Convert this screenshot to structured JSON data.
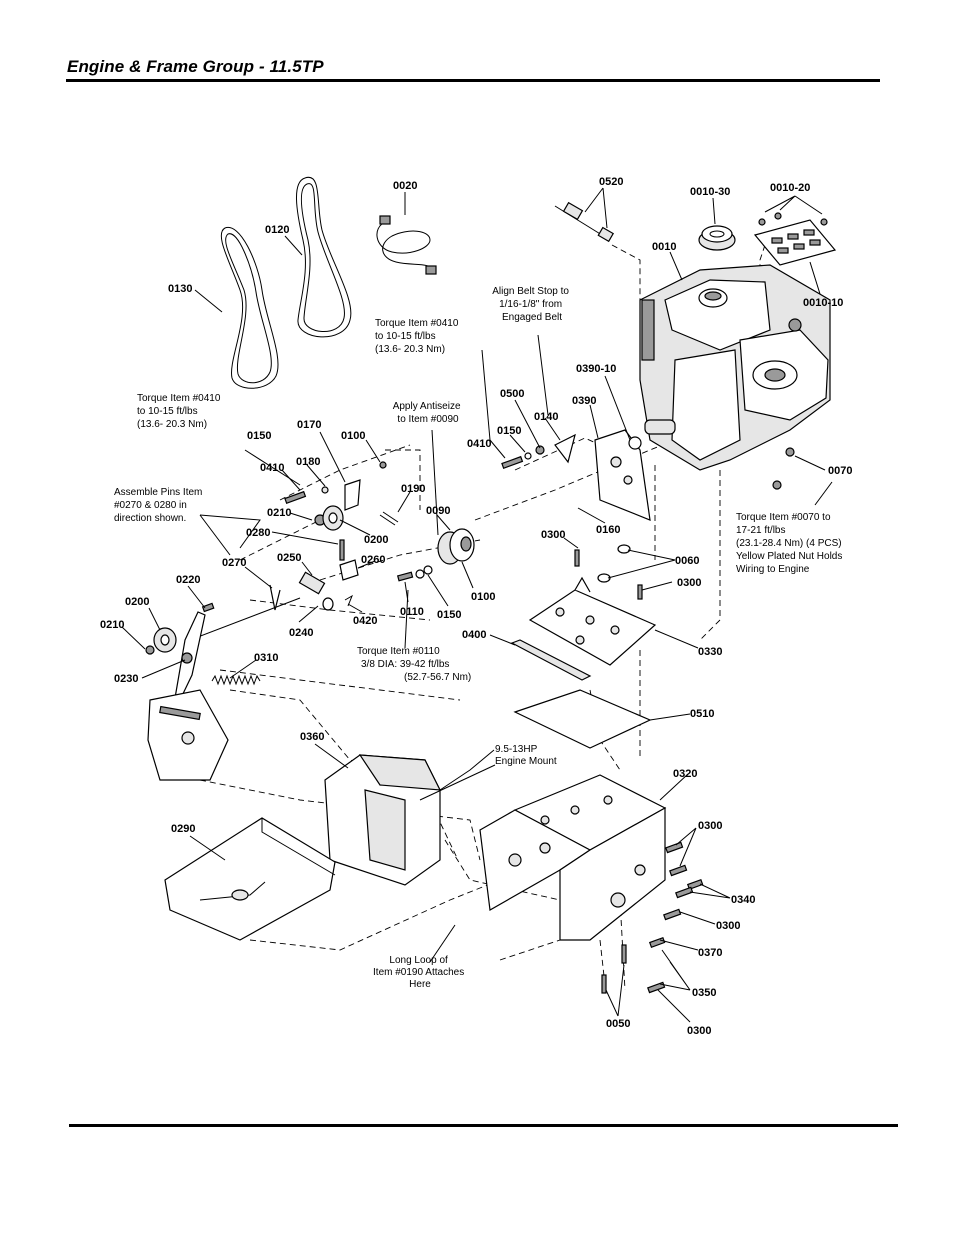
{
  "header": {
    "title": "Engine & Frame Group - 11.5TP"
  },
  "parts": [
    {
      "id": "p0020",
      "label": "0020"
    },
    {
      "id": "p0520",
      "label": "0520"
    },
    {
      "id": "p0010_30",
      "label": "0010-30"
    },
    {
      "id": "p0010_20",
      "label": "0010-20"
    },
    {
      "id": "p0120",
      "label": "0120"
    },
    {
      "id": "p0010",
      "label": "0010"
    },
    {
      "id": "p0130",
      "label": "0130"
    },
    {
      "id": "p0010_10",
      "label": "0010-10"
    },
    {
      "id": "p0390_10",
      "label": "0390-10"
    },
    {
      "id": "p0500",
      "label": "0500"
    },
    {
      "id": "p0390",
      "label": "0390"
    },
    {
      "id": "p0140",
      "label": "0140"
    },
    {
      "id": "p0170",
      "label": "0170"
    },
    {
      "id": "p0100a",
      "label": "0100"
    },
    {
      "id": "p0150a",
      "label": "0150"
    },
    {
      "id": "p0150b",
      "label": "0150"
    },
    {
      "id": "p0410a",
      "label": "0410"
    },
    {
      "id": "p0180",
      "label": "0180"
    },
    {
      "id": "p0410b",
      "label": "0410"
    },
    {
      "id": "p0070",
      "label": "0070"
    },
    {
      "id": "p0190",
      "label": "0190"
    },
    {
      "id": "p0090",
      "label": "0090"
    },
    {
      "id": "p0210a",
      "label": "0210"
    },
    {
      "id": "p0160",
      "label": "0160"
    },
    {
      "id": "p0200a",
      "label": "0200"
    },
    {
      "id": "p0280",
      "label": "0280"
    },
    {
      "id": "p0300a",
      "label": "0300"
    },
    {
      "id": "p0260",
      "label": "0260"
    },
    {
      "id": "p0250",
      "label": "0250"
    },
    {
      "id": "p0060",
      "label": "0060"
    },
    {
      "id": "p0270",
      "label": "0270"
    },
    {
      "id": "p0300b",
      "label": "0300"
    },
    {
      "id": "p0220",
      "label": "0220"
    },
    {
      "id": "p0100b",
      "label": "0100"
    },
    {
      "id": "p0200b",
      "label": "0200"
    },
    {
      "id": "p0110",
      "label": "0110"
    },
    {
      "id": "p0150c",
      "label": "0150"
    },
    {
      "id": "p0420",
      "label": "0420"
    },
    {
      "id": "p0240",
      "label": "0240"
    },
    {
      "id": "p0210b",
      "label": "0210"
    },
    {
      "id": "p0400",
      "label": "0400"
    },
    {
      "id": "p0330",
      "label": "0330"
    },
    {
      "id": "p0310",
      "label": "0310"
    },
    {
      "id": "p0230",
      "label": "0230"
    },
    {
      "id": "p0510",
      "label": "0510"
    },
    {
      "id": "p0360",
      "label": "0360"
    },
    {
      "id": "p0320",
      "label": "0320"
    },
    {
      "id": "p0300c",
      "label": "0300"
    },
    {
      "id": "p0290",
      "label": "0290"
    },
    {
      "id": "p0340",
      "label": "0340"
    },
    {
      "id": "p0300d",
      "label": "0300"
    },
    {
      "id": "p0370",
      "label": "0370"
    },
    {
      "id": "p0350",
      "label": "0350"
    },
    {
      "id": "p0050",
      "label": "0050"
    },
    {
      "id": "p0300e",
      "label": "0300"
    }
  ],
  "notes": {
    "align_belt": [
      "Align Belt Stop to",
      "1/16-1/8\" from",
      "Engaged Belt"
    ],
    "torque_0410_upper": [
      "Torque Item #0410",
      "to 10-15 ft/lbs",
      "(13.6- 20.3 Nm)"
    ],
    "torque_0410_left": [
      "Torque Item #0410",
      "to 10-15 ft/lbs",
      "(13.6- 20.3 Nm)"
    ],
    "antiseize": [
      "Apply Antiseize",
      "to Item #0090"
    ],
    "assemble_pins": [
      "Assemble Pins Item",
      "#0270 & 0280 in",
      "direction shown."
    ],
    "torque_0070": [
      "Torque Item #0070 to",
      "17-21 ft/lbs",
      "(23.1-28.4 Nm) (4 PCS)",
      "Yellow Plated Nut Holds",
      "Wiring to Engine"
    ],
    "torque_0110": [
      "Torque Item #0110",
      "3/8 DIA: 39-42 ft/lbs",
      "(52.7-56.7 Nm)"
    ],
    "engine_mount": [
      "9.5-13HP",
      "Engine Mount"
    ],
    "long_loop": [
      "Long Loop of",
      "Item #0190 Attaches",
      "Here"
    ]
  }
}
